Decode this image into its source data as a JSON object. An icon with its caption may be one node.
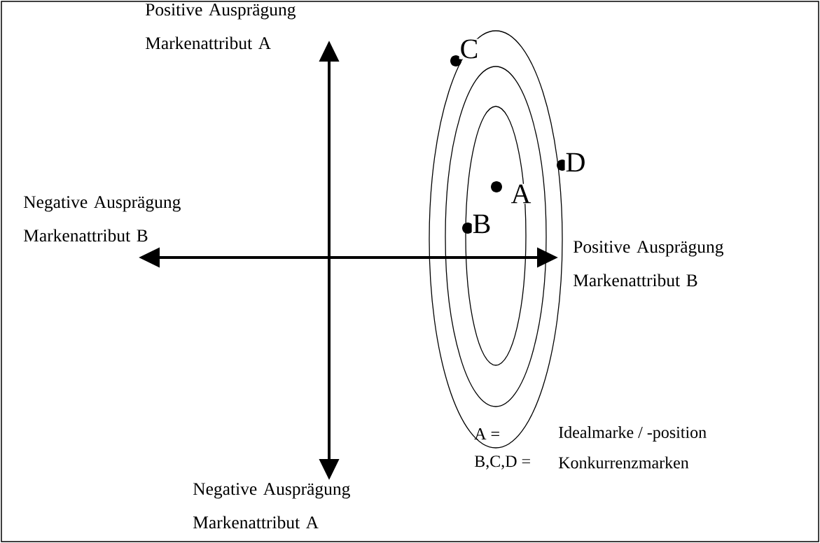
{
  "diagram": {
    "labels": [
      "Positive Ausprägung Markenattribut A",
      "C",
      "D",
      "A",
      "Negative Ausprägung Markenattribut B",
      "B",
      "Positive Ausprägung Markenattribut B",
      "A =",
      "Idealmarke / -position",
      "B,C,D =",
      "Konkurrenzmarken",
      "Negative Ausprägung Markenattribut A"
    ]
  }
}
